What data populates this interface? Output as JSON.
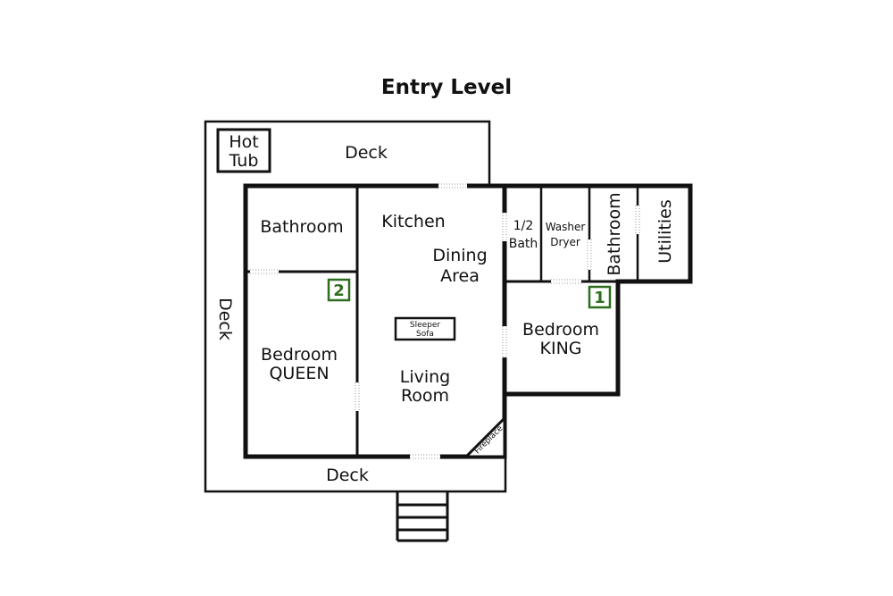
{
  "title": "Entry Level",
  "rooms": {
    "hot_tub": [
      "Hot",
      "Tub"
    ],
    "deck_top": "Deck",
    "deck_left": "Deck",
    "deck_bottom": "Deck",
    "bathroom_left": "Bathroom",
    "kitchen": "Kitchen",
    "dining": [
      "Dining",
      "Area"
    ],
    "half_bath": [
      "1/2",
      "Bath"
    ],
    "washer_dryer": [
      "Washer",
      "Dryer"
    ],
    "bathroom_right": "Bathroom",
    "utilities": "Utilities",
    "bedroom_queen": [
      "Bedroom",
      "QUEEN"
    ],
    "living_room": [
      "Living",
      "Room"
    ],
    "bedroom_king": [
      "Bedroom",
      "KING"
    ],
    "sleeper_sofa": [
      "Sleeper",
      "Sofa"
    ],
    "fireplace": "Fireplace"
  },
  "badges": {
    "queen_number": "2",
    "king_number": "1"
  },
  "colors": {
    "wall": "#111111",
    "badge": "#2e6e1e",
    "door": "#9a9a9a"
  }
}
